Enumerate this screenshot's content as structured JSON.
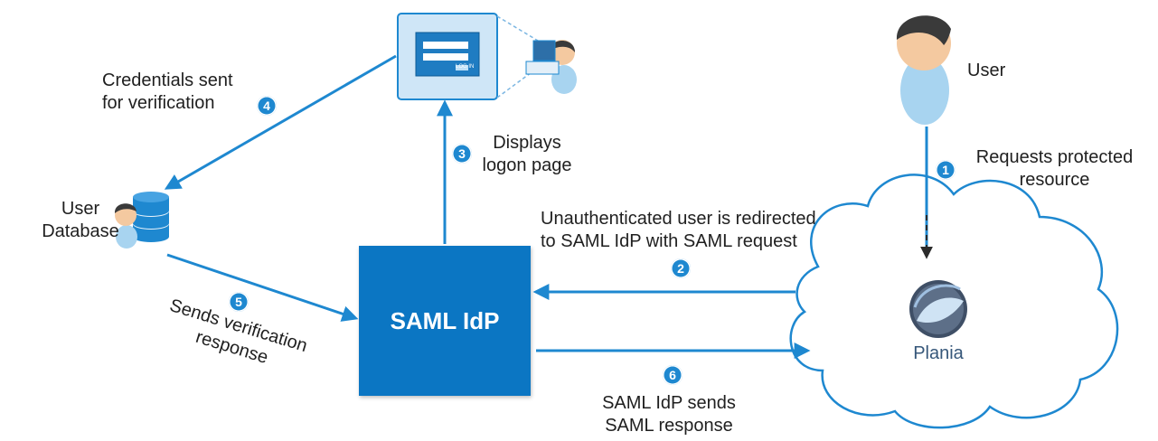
{
  "nodes": {
    "idp_label": "SAML IdP",
    "user_label": "User",
    "db_label_line1": "User",
    "db_label_line2": "Database",
    "plania_label": "Plania",
    "login_dialog_text": "LOG IN"
  },
  "steps": [
    {
      "number": "1",
      "line1": "Requests protected",
      "line2": "resource"
    },
    {
      "number": "2",
      "line1": "Unauthenticated user is redirected",
      "line2": "to SAML IdP with SAML request"
    },
    {
      "number": "3",
      "line1": "Displays",
      "line2": "logon page"
    },
    {
      "number": "4",
      "line1": "Credentials sent",
      "line2": "for verification"
    },
    {
      "number": "5",
      "line1": "Sends verification",
      "line2": "response"
    },
    {
      "number": "6",
      "line1": "SAML IdP sends",
      "line2": "SAML response"
    }
  ],
  "colors": {
    "accent": "#1e88d0",
    "idp_box": "#0b76c3",
    "person_body": "#a8d4f0",
    "hair": "#3a3a3a",
    "skin": "#f4c9a0"
  }
}
